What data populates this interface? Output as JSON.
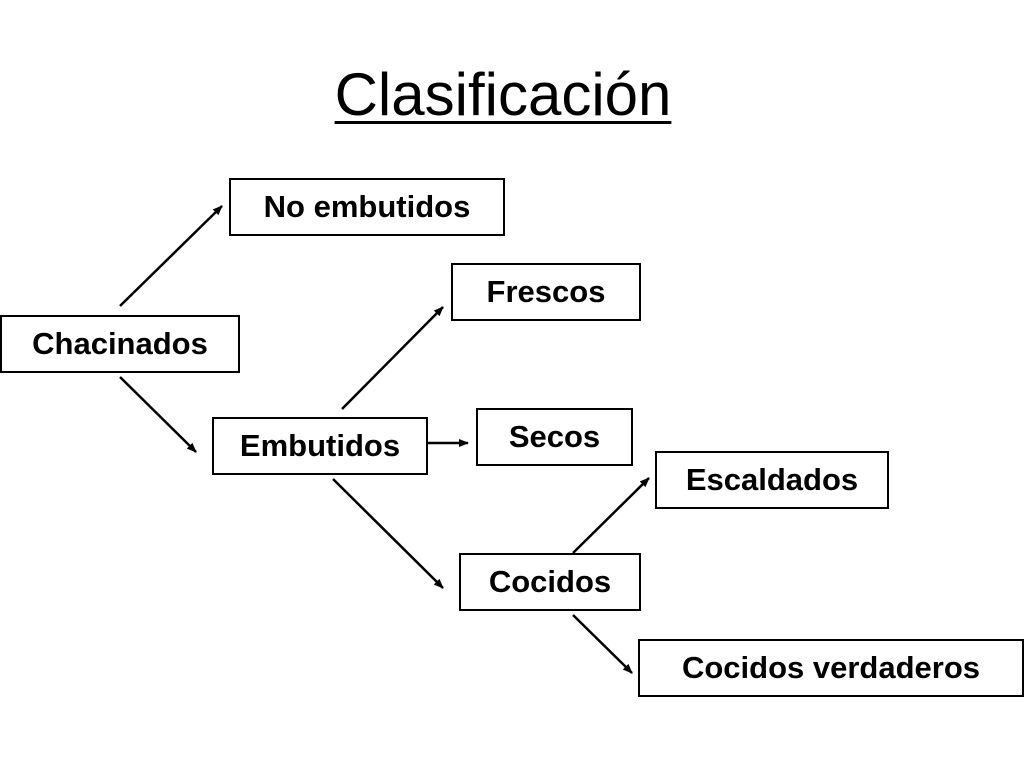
{
  "title": "Clasificación",
  "nodes": {
    "chacinados": "Chacinados",
    "no_embutidos": "No embutidos",
    "embutidos": "Embutidos",
    "frescos": "Frescos",
    "secos": "Secos",
    "cocidos": "Cocidos",
    "escaldados": "Escaldados",
    "cocidos_verdaderos": "Cocidos verdaderos"
  },
  "edges": [
    {
      "from": "Chacinados",
      "to": "No embutidos"
    },
    {
      "from": "Chacinados",
      "to": "Embutidos"
    },
    {
      "from": "Embutidos",
      "to": "Frescos"
    },
    {
      "from": "Embutidos",
      "to": "Secos"
    },
    {
      "from": "Embutidos",
      "to": "Cocidos"
    },
    {
      "from": "Cocidos",
      "to": "Escaldados"
    },
    {
      "from": "Cocidos",
      "to": "Cocidos verdaderos"
    }
  ]
}
